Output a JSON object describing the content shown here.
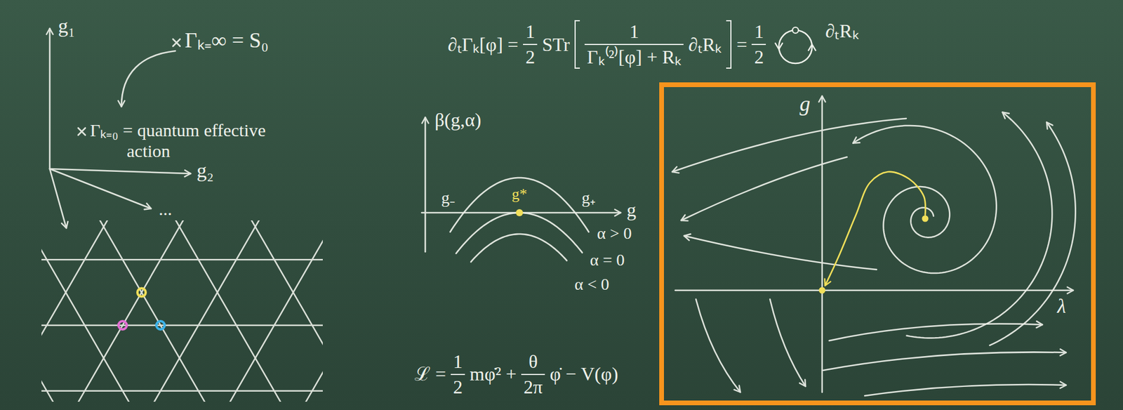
{
  "diagram": {
    "nodes": [
      {
        "text": [
          "g",
          "λ"
        ]
      }
    ],
    "labels": [
      "g₁",
      "Γₖ₌∞ = S₀",
      "Γₖ₌₀ = quantum effective action",
      "g₂",
      "...",
      "∂ₜΓₖ[φ] =",
      "1",
      "2",
      "STr",
      "1",
      "Γₖ⁽²⁾[φ] + Rₖ",
      "∂ₜRₖ",
      "=",
      "1",
      "2",
      "∂ₜRₖ",
      "β(g,α)",
      "g₋",
      "g*",
      "g₊",
      "g",
      "α > 0",
      "α = 0",
      "α < 0",
      "ℒ =",
      "1",
      "2",
      "mφ̇² +",
      "θ",
      "2π",
      "φ̇ − V(φ)"
    ]
  }
}
